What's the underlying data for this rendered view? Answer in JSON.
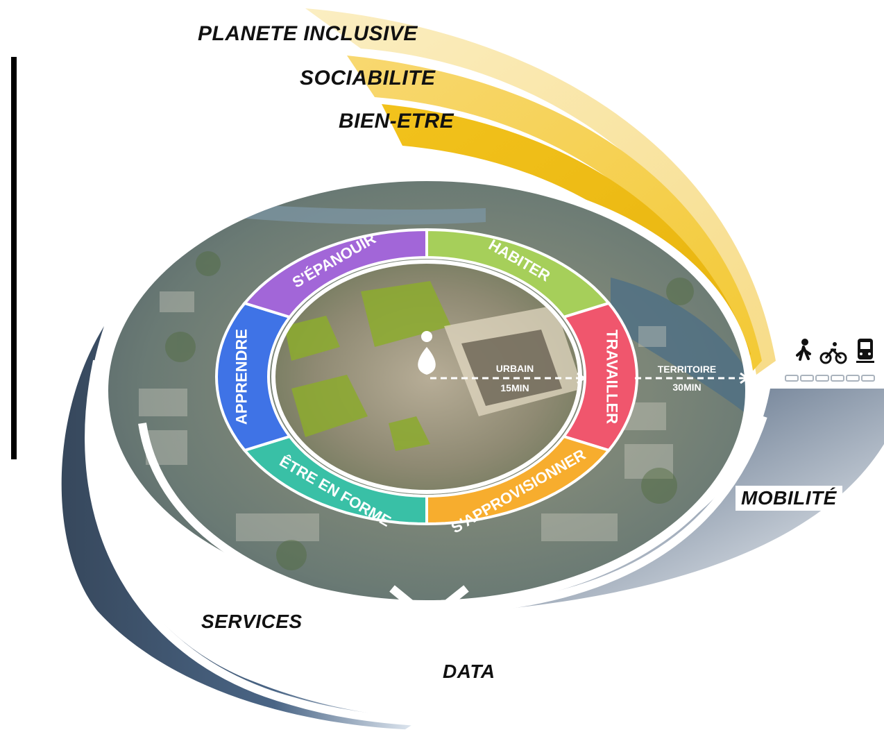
{
  "labels": {
    "planete": "PLANETE INCLUSIVE",
    "sociabilite": "SOCIABILITE",
    "bien_etre": "BIEN-ETRE",
    "mobilite": "MOBILITÉ",
    "services": "SERVICES",
    "data": "DATA"
  },
  "ring_segments": [
    {
      "label": "HABITER",
      "color": "#a6cf5a"
    },
    {
      "label": "TRAVAILLER",
      "color": "#f0566d"
    },
    {
      "label": "S'APPROVISIONNER",
      "color": "#f7ad2e"
    },
    {
      "label": "ÊTRE EN FORME",
      "color": "#39c0a6"
    },
    {
      "label": "APPRENDRE",
      "color": "#3f73e6"
    },
    {
      "label": "S'ÉPANOUIR",
      "color": "#a266d8"
    }
  ],
  "zones": {
    "urbain": "URBAIN",
    "urbain_time": "15MIN",
    "territoire": "TERRITOIRE",
    "territoire_time": "30MIN"
  },
  "colors": {
    "gold": "#f2c21c",
    "navy": "#1f3859"
  },
  "icons": [
    "person-walking-icon",
    "bicycle-icon",
    "train-icon",
    "person-pin-icon"
  ]
}
